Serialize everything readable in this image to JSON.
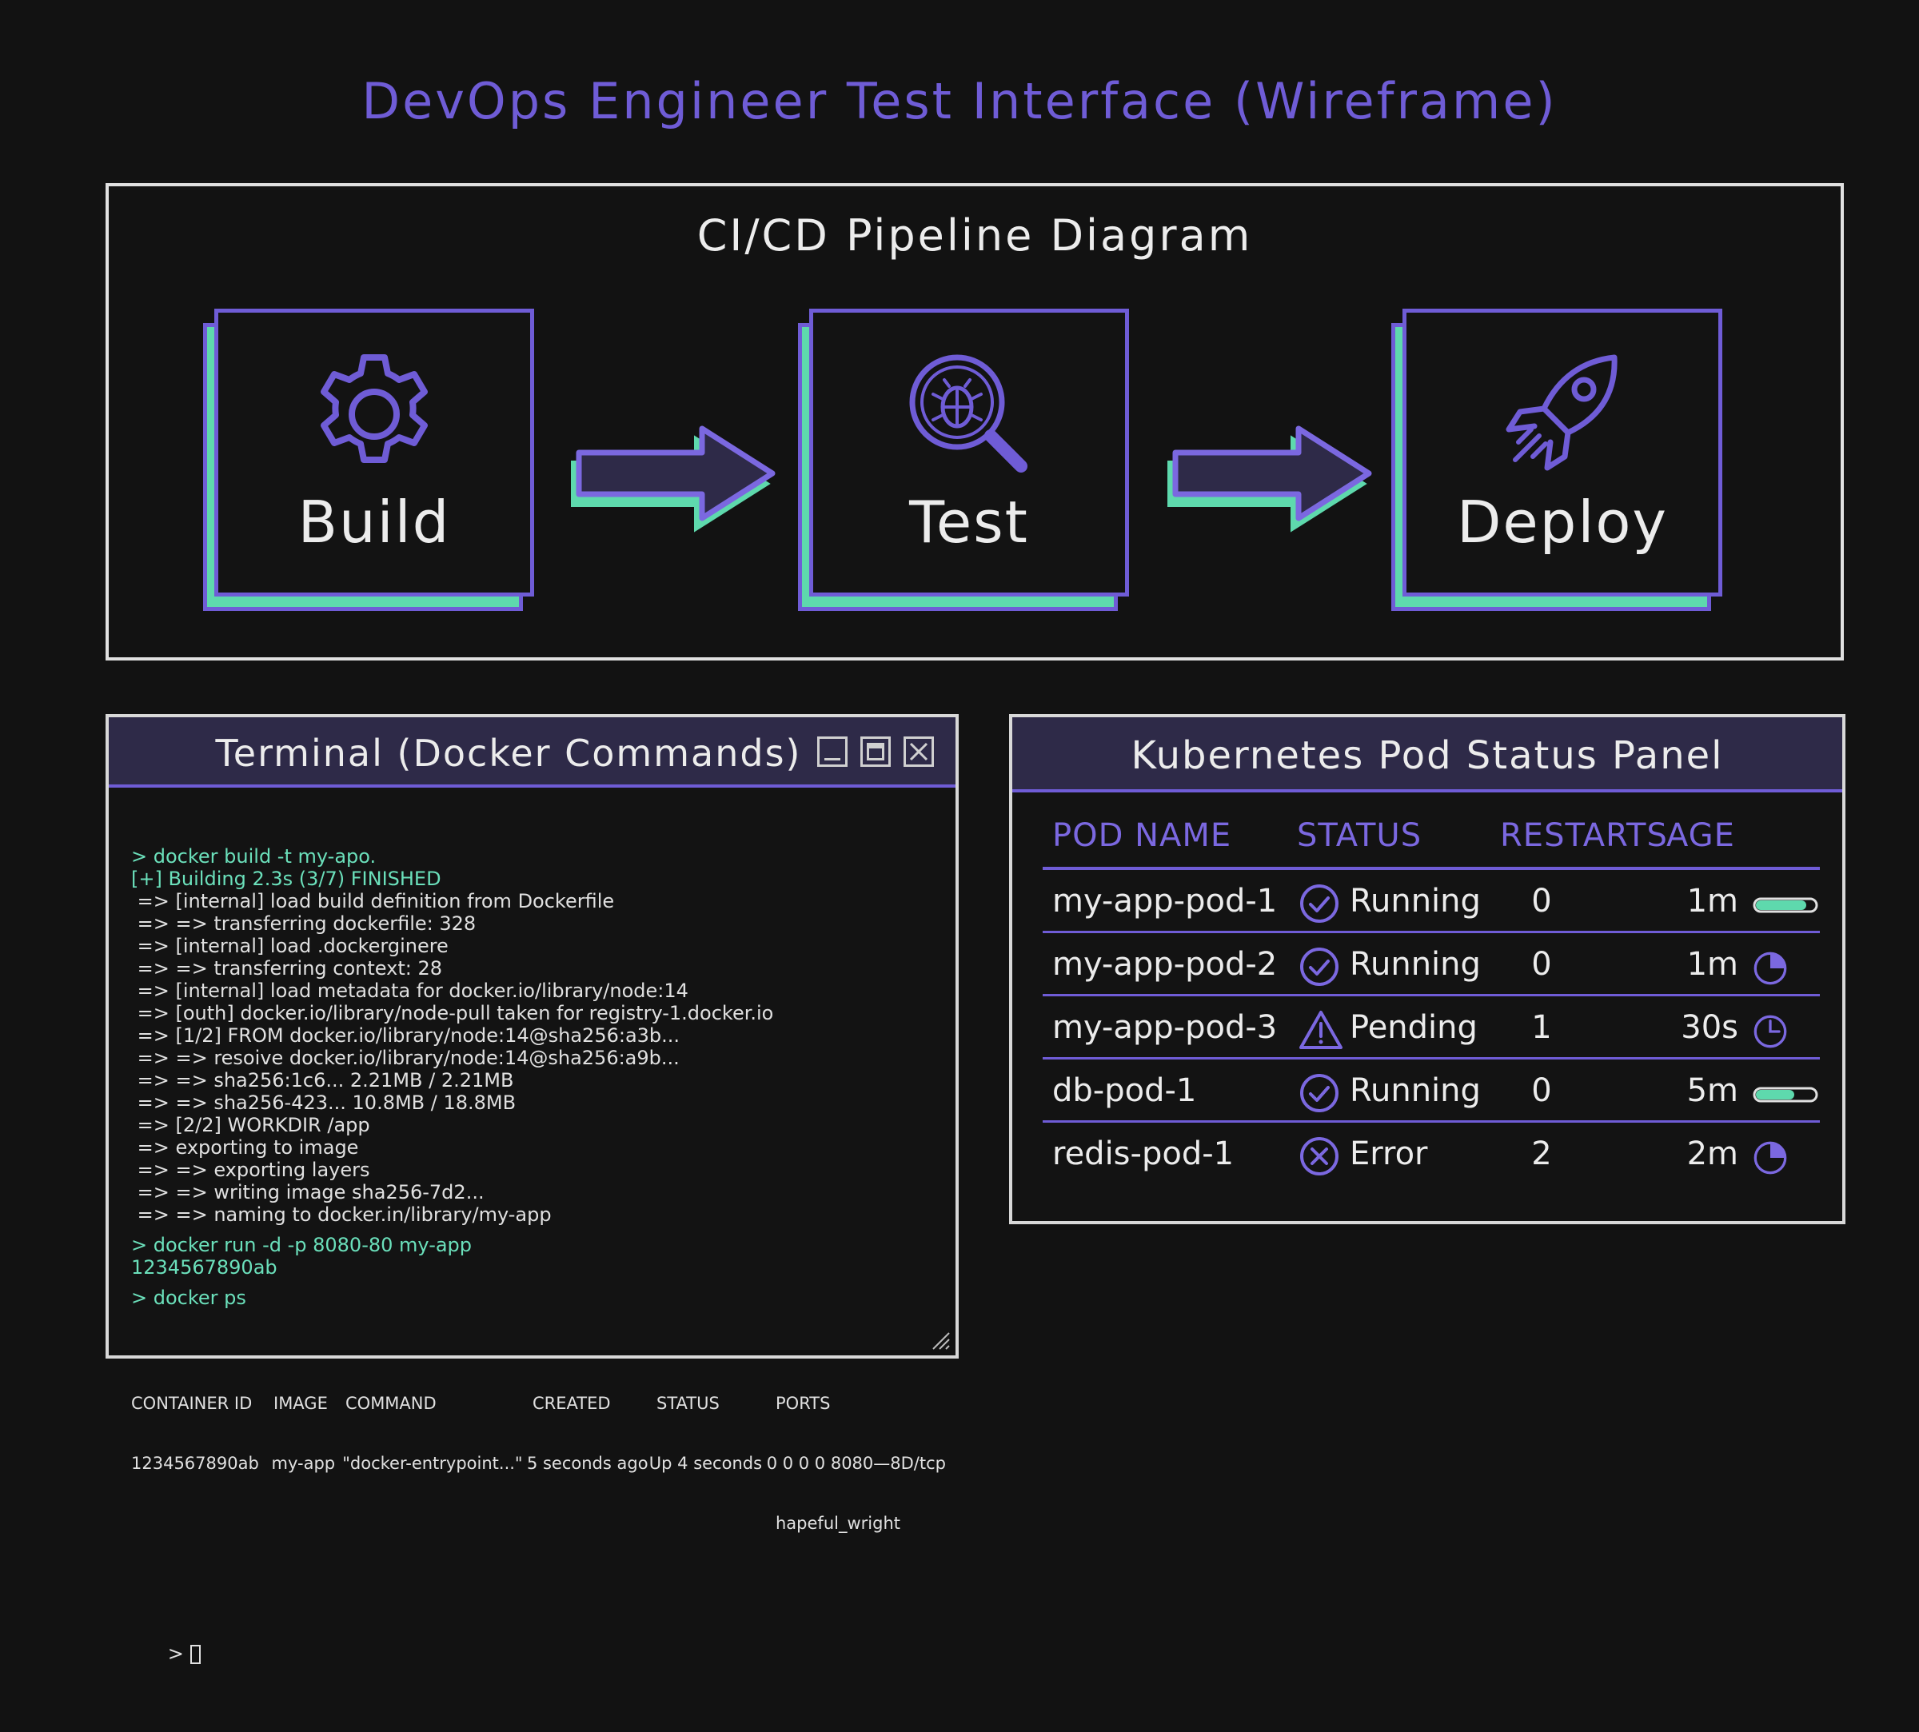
{
  "page": {
    "title": "DevOps Engineer Test Interface (Wireframe)"
  },
  "pipeline": {
    "heading": "CI/CD Pipeline Diagram",
    "stages": [
      {
        "label": "Build",
        "icon": "gear-icon"
      },
      {
        "label": "Test",
        "icon": "bug-magnifier-icon"
      },
      {
        "label": "Deploy",
        "icon": "rocket-icon"
      }
    ]
  },
  "colors": {
    "accent": "#6f5cd6",
    "mint": "#5ed9ad",
    "background": "#121212"
  },
  "terminal": {
    "title": "Terminal (Docker Commands)",
    "lines": [
      {
        "text": "> docker build -t my-apo.",
        "kind": "cmd"
      },
      {
        "text": "[+] Building 2.3s (3/7) FINISHED",
        "kind": "cmd"
      },
      {
        "text": " => [internal] load build definition from Dockerfile",
        "kind": "out"
      },
      {
        "text": " => => transferring dockerfile: 328",
        "kind": "out"
      },
      {
        "text": " => [internal] load .dockerginere",
        "kind": "out"
      },
      {
        "text": " => => transferring context: 28",
        "kind": "out"
      },
      {
        "text": " => [internal] load metadata for docker.io/library/node:14",
        "kind": "out"
      },
      {
        "text": " => [outh] docker.io/library/node-pull taken for registry-1.docker.io",
        "kind": "out"
      },
      {
        "text": " => [1/2] FROM docker.io/library/node:14@sha256:a3b...",
        "kind": "out"
      },
      {
        "text": " => => resoive docker.io/library/node:14@sha256:a9b...",
        "kind": "out"
      },
      {
        "text": " => => sha256:1c6... 2.21MB / 2.21MB",
        "kind": "out"
      },
      {
        "text": " => => sha256-423... 10.8MB / 18.8MB",
        "kind": "out"
      },
      {
        "text": " => [2/2] WORKDIR /app",
        "kind": "out"
      },
      {
        "text": " => exporting to image",
        "kind": "out"
      },
      {
        "text": " => => exporting layers",
        "kind": "out"
      },
      {
        "text": " => => writing image sha256-7d2...",
        "kind": "out"
      },
      {
        "text": " => => naming to docker.in/library/my-app",
        "kind": "out"
      },
      {
        "text": "",
        "kind": "gap"
      },
      {
        "text": "> docker run -d -p 8080-80 my-app",
        "kind": "cmd"
      },
      {
        "text": "1234567890ab",
        "kind": "cmd"
      },
      {
        "text": "",
        "kind": "gap"
      },
      {
        "text": "> docker ps",
        "kind": "cmd"
      }
    ],
    "ps": {
      "headers": [
        "CONTAINER ID",
        "IMAGE",
        "COMMAND",
        "CREATED",
        "STATUS",
        "PORTS"
      ],
      "row": [
        "1234567890ab",
        "my-app",
        "\"docker-entrypoint...\"",
        "5 seconds ago",
        "Up 4 seconds",
        "0 0 0 0 8080—8D/tcp"
      ],
      "names": "hapeful_wright"
    },
    "prompt": "> "
  },
  "k8s": {
    "title": "Kubernetes Pod Status Panel",
    "headers": {
      "name": "POD NAME",
      "status": "STATUS",
      "restarts": "RESTARTS",
      "age": "AGE"
    },
    "pods": [
      {
        "name": "my-app-pod-1",
        "status": "Running",
        "status_icon": "check-circle-icon",
        "restarts": "0",
        "age": "1m",
        "indicator": "bar-icon",
        "level": 0.85
      },
      {
        "name": "my-app-pod-2",
        "status": "Running",
        "status_icon": "check-circle-icon",
        "restarts": "0",
        "age": "1m",
        "indicator": "pie-icon",
        "level": 0.25
      },
      {
        "name": "my-app-pod-3",
        "status": "Pending",
        "status_icon": "warning-icon",
        "restarts": "1",
        "age": "30s",
        "indicator": "clock-icon",
        "level": 0
      },
      {
        "name": "db-pod-1",
        "status": "Running",
        "status_icon": "check-circle-icon",
        "restarts": "0",
        "age": "5m",
        "indicator": "bar-icon",
        "level": 0.65
      },
      {
        "name": "redis-pod-1",
        "status": "Error",
        "status_icon": "error-circle-icon",
        "restarts": "2",
        "age": "2m",
        "indicator": "pie-icon",
        "level": 0.25
      }
    ]
  }
}
